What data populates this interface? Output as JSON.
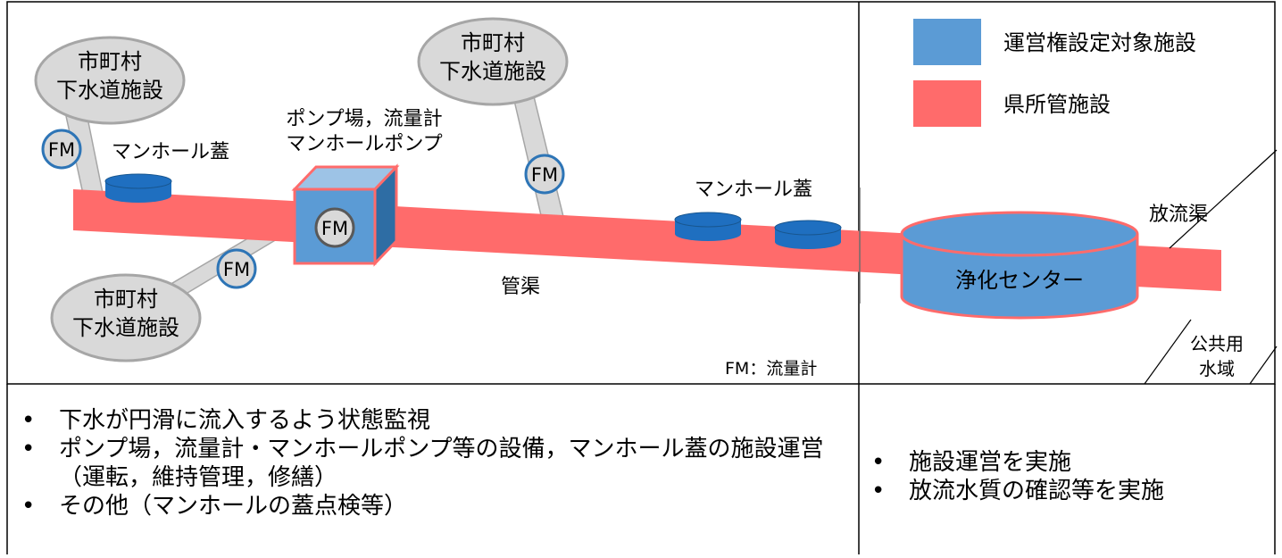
{
  "legend": {
    "operating_right_target": {
      "label": "運営権設定対象施設",
      "color": "#5B9BD5"
    },
    "prefecture_managed": {
      "label": "県所管施設",
      "color": "#FF6B6B"
    }
  },
  "labels": {
    "municipal_facility_line1": "市町村",
    "municipal_facility_line2": "下水道施設",
    "fm": "FM",
    "manhole_cover": "マンホール蓋",
    "pump_station_line1": "ポンプ場，流量計",
    "pump_station_line2": "マンホールポンプ",
    "pipe_channel": "管渠",
    "treatment_center": "浄化センター",
    "discharge_channel": "放流渠",
    "public_water_line1": "公共用",
    "public_water_line2": "水域",
    "fm_note": "FM：流量計"
  },
  "left_description": [
    "下水が円滑に流入するよう状態監視",
    "ポンプ場，流量計・マンホールポンプ等の設備，マンホール蓋の施設運営（運転，維持管理，修繕）",
    "その他（マンホールの蓋点検等）"
  ],
  "right_description": [
    "施設運営を実施",
    "放流水質の確認等を実施"
  ],
  "colors": {
    "pipe": "#FF6B6B",
    "blue_facility": "#5B9BD5",
    "dark_blue": "#1F6FC0",
    "municipal_bubble": "#D9D9D9",
    "fm_ring": "#2E75B6"
  }
}
